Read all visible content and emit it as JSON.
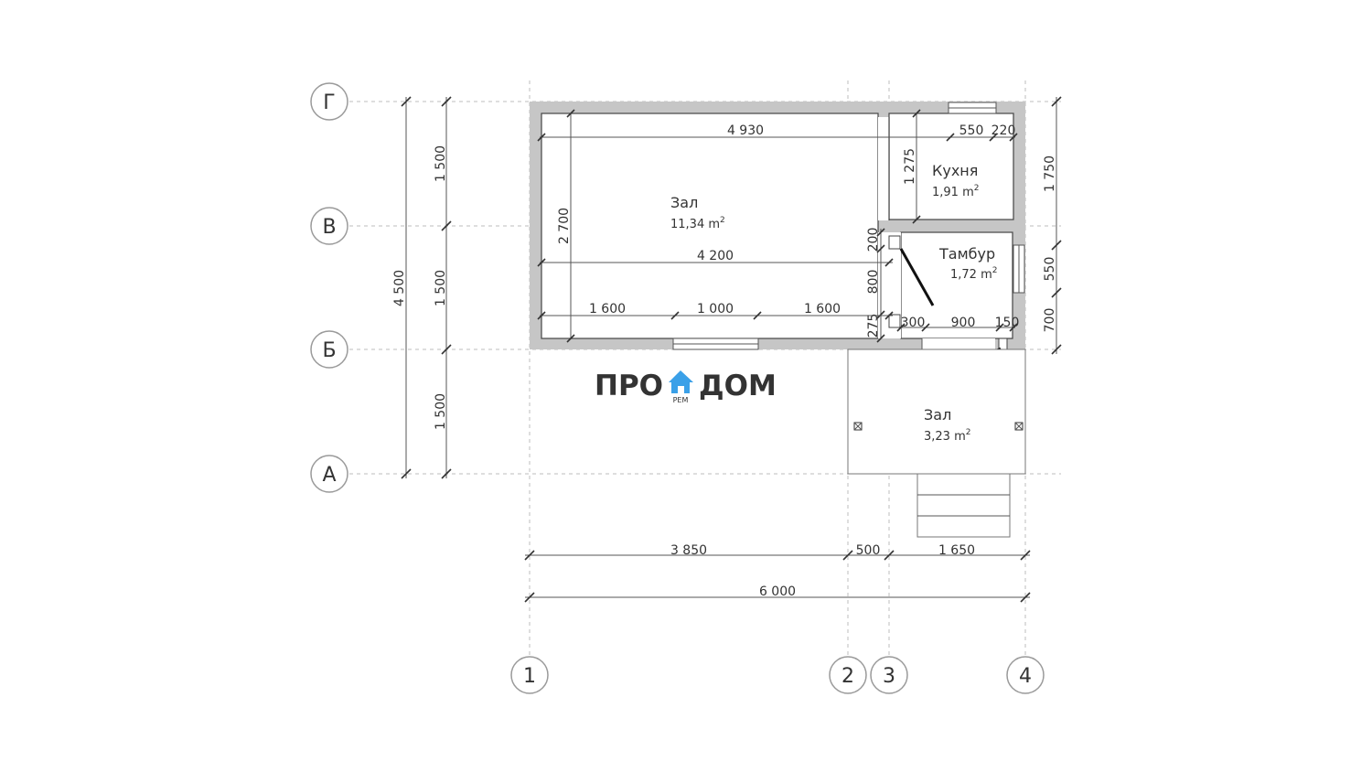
{
  "axes": {
    "rows": [
      {
        "id": "row-g",
        "label": "Г"
      },
      {
        "id": "row-v",
        "label": "В"
      },
      {
        "id": "row-b",
        "label": "Б"
      },
      {
        "id": "row-a",
        "label": "А"
      }
    ],
    "cols": [
      {
        "id": "col-1",
        "label": "1"
      },
      {
        "id": "col-2",
        "label": "2"
      },
      {
        "id": "col-3",
        "label": "3"
      },
      {
        "id": "col-4",
        "label": "4"
      }
    ]
  },
  "rooms": [
    {
      "name": "Зал",
      "area": "11,34 m",
      "sup": "2"
    },
    {
      "name": "Кухня",
      "area": "1,91 m",
      "sup": "2"
    },
    {
      "name": "Тамбур",
      "area": "1,72 m",
      "sup": "2"
    },
    {
      "name": "Зал",
      "area": "3,23 m",
      "sup": "2"
    }
  ],
  "dimensions": {
    "left_total": "4 500",
    "left_1": "1 500",
    "left_2": "1 500",
    "left_3": "1 500",
    "right_1": "1 750",
    "right_2": "550",
    "right_3": "700",
    "bottom_1": "3 850",
    "bottom_2": "500",
    "bottom_3": "1 650",
    "bottom_total": "6 000",
    "inner_4930": "4 930",
    "inner_550": "550",
    "inner_220": "220",
    "inner_1275": "1 275",
    "inner_2700": "2 700",
    "inner_4200": "4 200",
    "inner_200": "200",
    "inner_800": "800",
    "inner_275": "275",
    "inner_1600a": "1 600",
    "inner_1000": "1 000",
    "inner_1600b": "1 600",
    "inner_300": "300",
    "inner_900": "900",
    "inner_150": "150"
  },
  "logo": {
    "left": "ПРО",
    "right": "ДОМ",
    "small": "РЕМ"
  },
  "colors": {
    "wall": "#c6c6c6",
    "logo_text": "#5a6c7a",
    "logo_house": "#3aa0e8"
  }
}
